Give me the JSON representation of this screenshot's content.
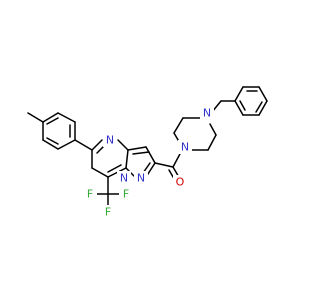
{
  "molecule": {
    "atoms": [
      {
        "id": "n_pip_top",
        "label": "N",
        "color": "#3333cc"
      },
      {
        "id": "n_pip_bottom",
        "label": "N",
        "color": "#3333cc"
      },
      {
        "id": "o_carbonyl",
        "label": "O",
        "color": "#cc0000"
      },
      {
        "id": "n_pyrimidine",
        "label": "N",
        "color": "#3333cc"
      },
      {
        "id": "n_bridge",
        "label": "N",
        "color": "#3333cc"
      },
      {
        "id": "n_pyrazole",
        "label": "N",
        "color": "#3333cc"
      },
      {
        "id": "f_top",
        "label": "F",
        "color": "#33aa33"
      },
      {
        "id": "f_left",
        "label": "F",
        "color": "#33aa33"
      },
      {
        "id": "f_right",
        "label": "F",
        "color": "#33aa33"
      }
    ],
    "bond_color": "#000000"
  }
}
